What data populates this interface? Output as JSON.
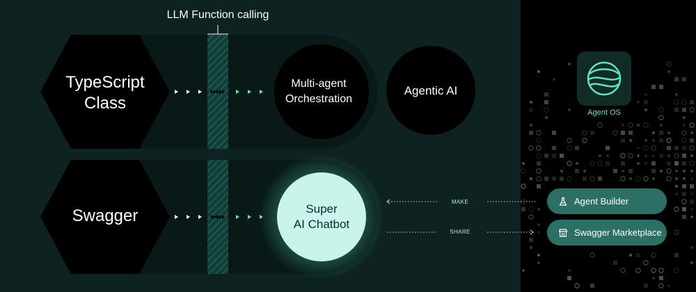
{
  "diagram": {
    "llm_label": "LLM Function calling",
    "typescript_label": [
      "TypeScript",
      "Class"
    ],
    "swagger_label": "Swagger",
    "multi_agent_label": [
      "Multi-agent",
      "Orchestration"
    ],
    "agentic_label": "Agentic AI",
    "super_chatbot_label": [
      "Super",
      "AI Chatbot"
    ],
    "make_label": "MAKE",
    "share_label": "SHARE"
  },
  "agent_os": {
    "label": "Agent OS",
    "icon": "agent-os-globe-icon"
  },
  "actions": {
    "agent_builder": {
      "label": "Agent Builder",
      "icon": "flask-icon"
    },
    "swagger_marketplace": {
      "label": "Swagger Marketplace",
      "icon": "store-icon"
    }
  },
  "colors": {
    "background_left": "#0d2221",
    "background_right": "#000000",
    "accent_teal": "#5fe3c4",
    "pill_fill": "#2c6f64",
    "chatbot_fill": "#c9f4ec",
    "node_fill": "#000000"
  }
}
